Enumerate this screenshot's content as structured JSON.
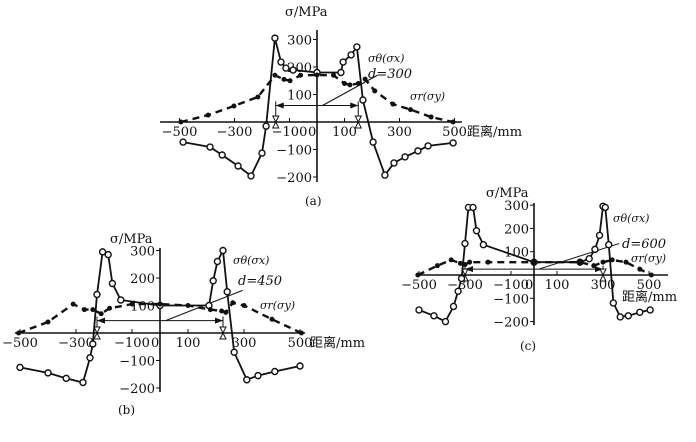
{
  "chart_data": [
    {
      "type": "line",
      "panel_label": "(a)",
      "ylabel": "σ/MPa",
      "xlabel": "距离/mm",
      "xlim": [
        -520,
        520
      ],
      "ylim": [
        -220,
        330
      ],
      "x_ticks": [
        -500,
        -300,
        -100,
        0,
        100,
        300,
        500
      ],
      "x_tick_labels": [
        "−500",
        "−300",
        "−100",
        "0",
        "100",
        "300",
        "500"
      ],
      "y_ticks": [
        300,
        200,
        100,
        -100,
        -200
      ],
      "y_tick_labels": [
        "300",
        "200",
        "100",
        "−100",
        "−200"
      ],
      "annotation": "d=300",
      "d_half": 150,
      "d_arrow_y": 60,
      "series": [
        {
          "name": "σθ(σx)",
          "style": "solid-open-circle",
          "x": [
            -487,
            -389,
            -345,
            -287,
            -240,
            -200,
            -185,
            -153,
            -131,
            -113,
            -87,
            0,
            87,
            95,
            124,
            145,
            167,
            204,
            247,
            280,
            320,
            367,
            404,
            495
          ],
          "y": [
            -73,
            -91,
            -120,
            -160,
            -196,
            -113,
            -15,
            305,
            218,
            196,
            189,
            180,
            180,
            218,
            244,
            273,
            80,
            -73,
            -193,
            -149,
            -127,
            -105,
            -87,
            -76
          ]
        },
        {
          "name": "σr(σy)",
          "style": "dashed-filled",
          "x": [
            -495,
            -396,
            -302,
            -215,
            -153,
            -120,
            -98,
            -60,
            0,
            60,
            100,
            120,
            150,
            175,
            210,
            276,
            340,
            415,
            495
          ],
          "y": [
            0,
            25,
            58,
            91,
            170,
            155,
            150,
            170,
            171,
            170,
            140,
            135,
            140,
            156,
            113,
            65,
            45,
            18,
            0
          ]
        }
      ]
    },
    {
      "type": "line",
      "panel_label": "(b)",
      "ylabel": "σ/MPa",
      "xlabel": "距离/mm",
      "xlim": [
        -520,
        520
      ],
      "ylim": [
        -220,
        330
      ],
      "x_ticks": [
        -500,
        -300,
        -100,
        0,
        100,
        300,
        500
      ],
      "x_tick_labels": [
        "−500",
        "−300",
        "−100",
        "0",
        "100",
        "300",
        "500"
      ],
      "y_ticks": [
        300,
        200,
        100,
        -100,
        -200
      ],
      "y_tick_labels": [
        "300",
        "200",
        "100",
        "−100",
        "−200"
      ],
      "annotation": "d=450",
      "d_half": 225,
      "d_arrow_y": 45,
      "series": [
        {
          "name": "σθ(σx)",
          "style": "solid-open-circle",
          "x": [
            -500,
            -400,
            -335,
            -275,
            -250,
            -240,
            -225,
            -205,
            -185,
            -170,
            -140,
            0,
            175,
            190,
            205,
            225,
            240,
            265,
            310,
            350,
            410,
            500
          ],
          "y": [
            -125,
            -145,
            -165,
            -180,
            -90,
            -40,
            140,
            295,
            285,
            180,
            120,
            100,
            100,
            190,
            260,
            300,
            150,
            -70,
            -170,
            -155,
            -140,
            -120
          ]
        },
        {
          "name": "σr(σy)",
          "style": "dashed-filled",
          "x": [
            -505,
            -400,
            -310,
            -270,
            -240,
            -210,
            -180,
            -100,
            0,
            100,
            180,
            220,
            235,
            260,
            300,
            400,
            505
          ],
          "y": [
            0,
            40,
            105,
            85,
            85,
            70,
            90,
            105,
            105,
            100,
            85,
            80,
            75,
            110,
            100,
            50,
            0
          ]
        }
      ]
    },
    {
      "type": "line",
      "panel_label": "(c)",
      "ylabel": "σ/MPa",
      "xlabel": "距离/mm",
      "xlim": [
        -520,
        580
      ],
      "ylim": [
        -220,
        330
      ],
      "x_ticks": [
        -500,
        -300,
        -100,
        0,
        100,
        300,
        500
      ],
      "x_tick_labels": [
        "−500",
        "−300",
        "−100",
        "0",
        "100",
        "300",
        "500"
      ],
      "y_ticks": [
        300,
        200,
        100,
        -100,
        -200
      ],
      "y_tick_labels": [
        "300",
        "200",
        "100",
        "−100",
        "−200"
      ],
      "annotation": "d=600",
      "d_half": 300,
      "d_arrow_y": 25,
      "series": [
        {
          "name": "σθ(σx)",
          "style": "solid-open-circle",
          "x": [
            -500,
            -435,
            -385,
            -350,
            -330,
            -315,
            -300,
            -285,
            -265,
            -250,
            -220,
            0,
            200,
            240,
            265,
            285,
            300,
            310,
            325,
            345,
            375,
            410,
            460,
            505
          ],
          "y": [
            -150,
            -175,
            -200,
            -135,
            -70,
            -15,
            135,
            290,
            290,
            190,
            130,
            55,
            55,
            70,
            110,
            170,
            295,
            290,
            130,
            -120,
            -180,
            -175,
            -160,
            -150
          ]
        },
        {
          "name": "σr(σy)",
          "style": "dashed-filled",
          "x": [
            -505,
            -420,
            -360,
            -320,
            -300,
            -280,
            -200,
            0,
            200,
            260,
            300,
            340,
            400,
            460,
            510
          ],
          "y": [
            0,
            40,
            65,
            50,
            45,
            55,
            55,
            55,
            55,
            40,
            55,
            65,
            55,
            25,
            0
          ]
        }
      ]
    }
  ],
  "panels": {
    "a": {
      "ylabel": "σ/MPa",
      "xlabel": "距离/mm",
      "caption": "(a)",
      "legend_theta": "σθ(σx)",
      "legend_r": "σr(σy)",
      "annotation": "d=300"
    },
    "b": {
      "ylabel": "σ/MPa",
      "xlabel": "距离/mm",
      "caption": "(b)",
      "legend_theta": "σθ(σx)",
      "legend_r": "σr(σy)",
      "annotation": "d=450"
    },
    "c": {
      "ylabel": "σ/MPa",
      "xlabel": "距离/mm",
      "caption": "(c)",
      "legend_theta": "σθ(σx)",
      "legend_r": "σr(σy)",
      "annotation": "d=600"
    }
  }
}
